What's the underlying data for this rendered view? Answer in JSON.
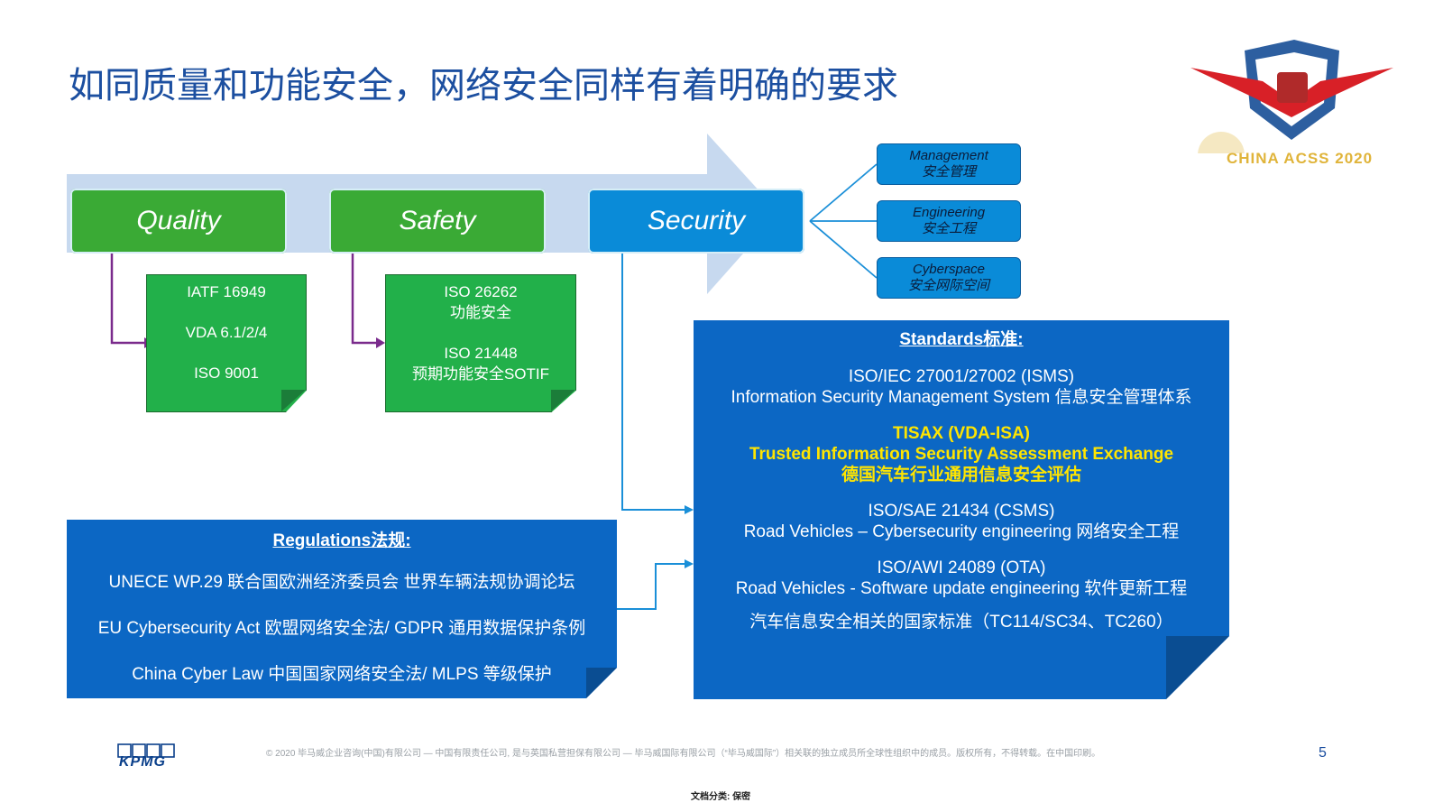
{
  "slide": {
    "title": "如同质量和功能安全，网络安全同样有着明确的要求",
    "page_number": "5",
    "footer_note": "© 2020 毕马威企业咨询(中国)有限公司 — 中国有限责任公司, 是与英国私营担保有限公司 — 毕马威国际有限公司（“毕马威国际”）相关联的独立成员所全球性组织中的成员。版权所有，不得转载。在中国印刷。",
    "classification": "文档分类: 保密",
    "kpmg_logo_text": "KPMG",
    "event_logo_text": "CHINA ACSS 2020"
  },
  "pillars": [
    {
      "label": "Quality"
    },
    {
      "label": "Safety"
    },
    {
      "label": "Security"
    }
  ],
  "quality_note": [
    "IATF 16949",
    "VDA 6.1/2/4",
    "ISO 9001"
  ],
  "safety_note": [
    "ISO 26262",
    "功能安全",
    "ISO 21448",
    "预期功能安全SOTIF"
  ],
  "security_tags": [
    {
      "en": "Management",
      "zh": "安全管理"
    },
    {
      "en": "Engineering",
      "zh": "安全工程"
    },
    {
      "en": "Cyberspace",
      "zh": "安全网际空间"
    }
  ],
  "standards": {
    "header": "Standards标准:",
    "items": [
      {
        "line1": "ISO/IEC 27001/27002 (ISMS)",
        "line2": "Information Security Management System 信息安全管理体系"
      },
      {
        "line1": "TISAX (VDA-ISA)",
        "line2": "Trusted Information Security Assessment Exchange",
        "line3": "德国汽车行业通用信息安全评估"
      },
      {
        "line1": "ISO/SAE 21434 (CSMS)",
        "line2": "Road Vehicles – Cybersecurity engineering 网络安全工程"
      },
      {
        "line1": "ISO/AWI 24089 (OTA)",
        "line2": "Road Vehicles - Software update engineering 软件更新工程"
      },
      {
        "line1": "汽车信息安全相关的国家标准（TC114/SC34、TC260）"
      }
    ]
  },
  "regulations": {
    "header": "Regulations法规:",
    "items": [
      "UNECE WP.29 联合国欧洲经济委员会 世界车辆法规协调论坛",
      "EU Cybersecurity Act 欧盟网络安全法/ GDPR 通用数据保护条例",
      "China Cyber Law 中国国家网络安全法/ MLPS 等级保护"
    ]
  },
  "colors": {
    "title": "#1c4fa0",
    "green_pill": "#3aaa35",
    "blue_pill": "#0a8bd8",
    "blue_box": "#0c67c4",
    "highlight": "#ffe500",
    "purple_connector": "#7a2b8c"
  }
}
